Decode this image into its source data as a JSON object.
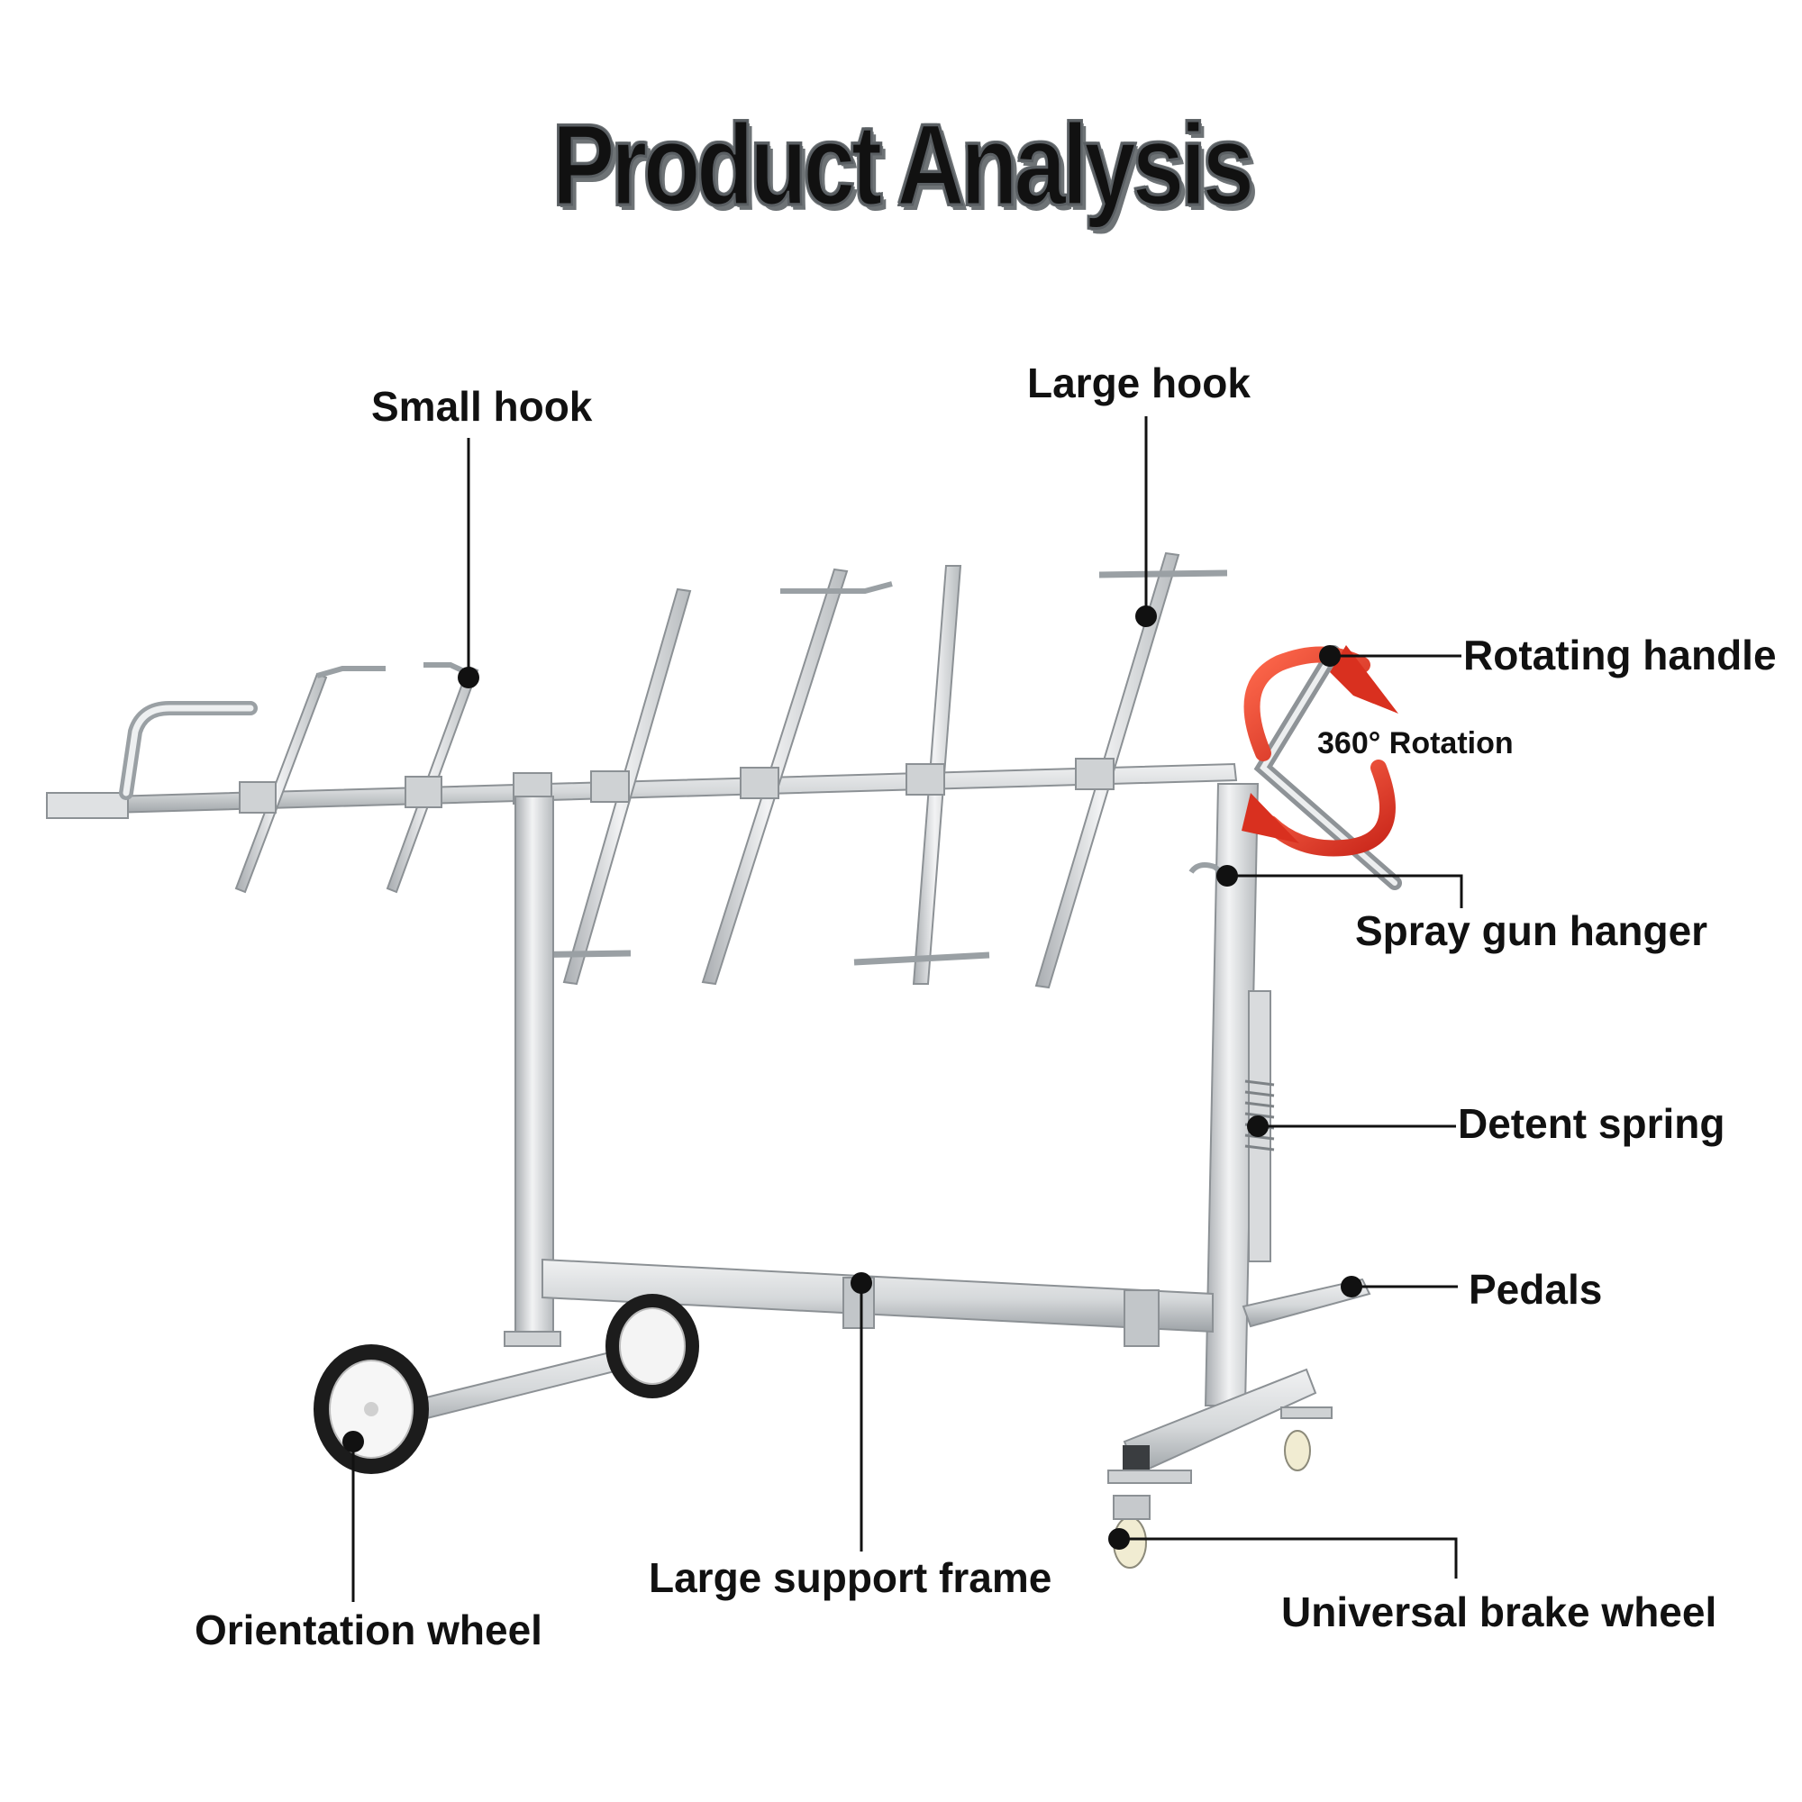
{
  "title": "Product Analysis",
  "labels": {
    "small_hook": "Small hook",
    "large_hook": "Large hook",
    "rotating_handle": "Rotating handle",
    "rotation": "360° Rotation",
    "spray_gun_hanger": "Spray gun hanger",
    "detent_spring": "Detent spring",
    "pedals": "Pedals",
    "large_support_frame": "Large support frame",
    "universal_brake_wheel": "Universal brake wheel",
    "orientation_wheel": "Orientation wheel"
  },
  "colors": {
    "steel": "#d6d8da",
    "steel_edge": "#8c9195",
    "arrow": "#e03a2a",
    "line": "#111111"
  }
}
